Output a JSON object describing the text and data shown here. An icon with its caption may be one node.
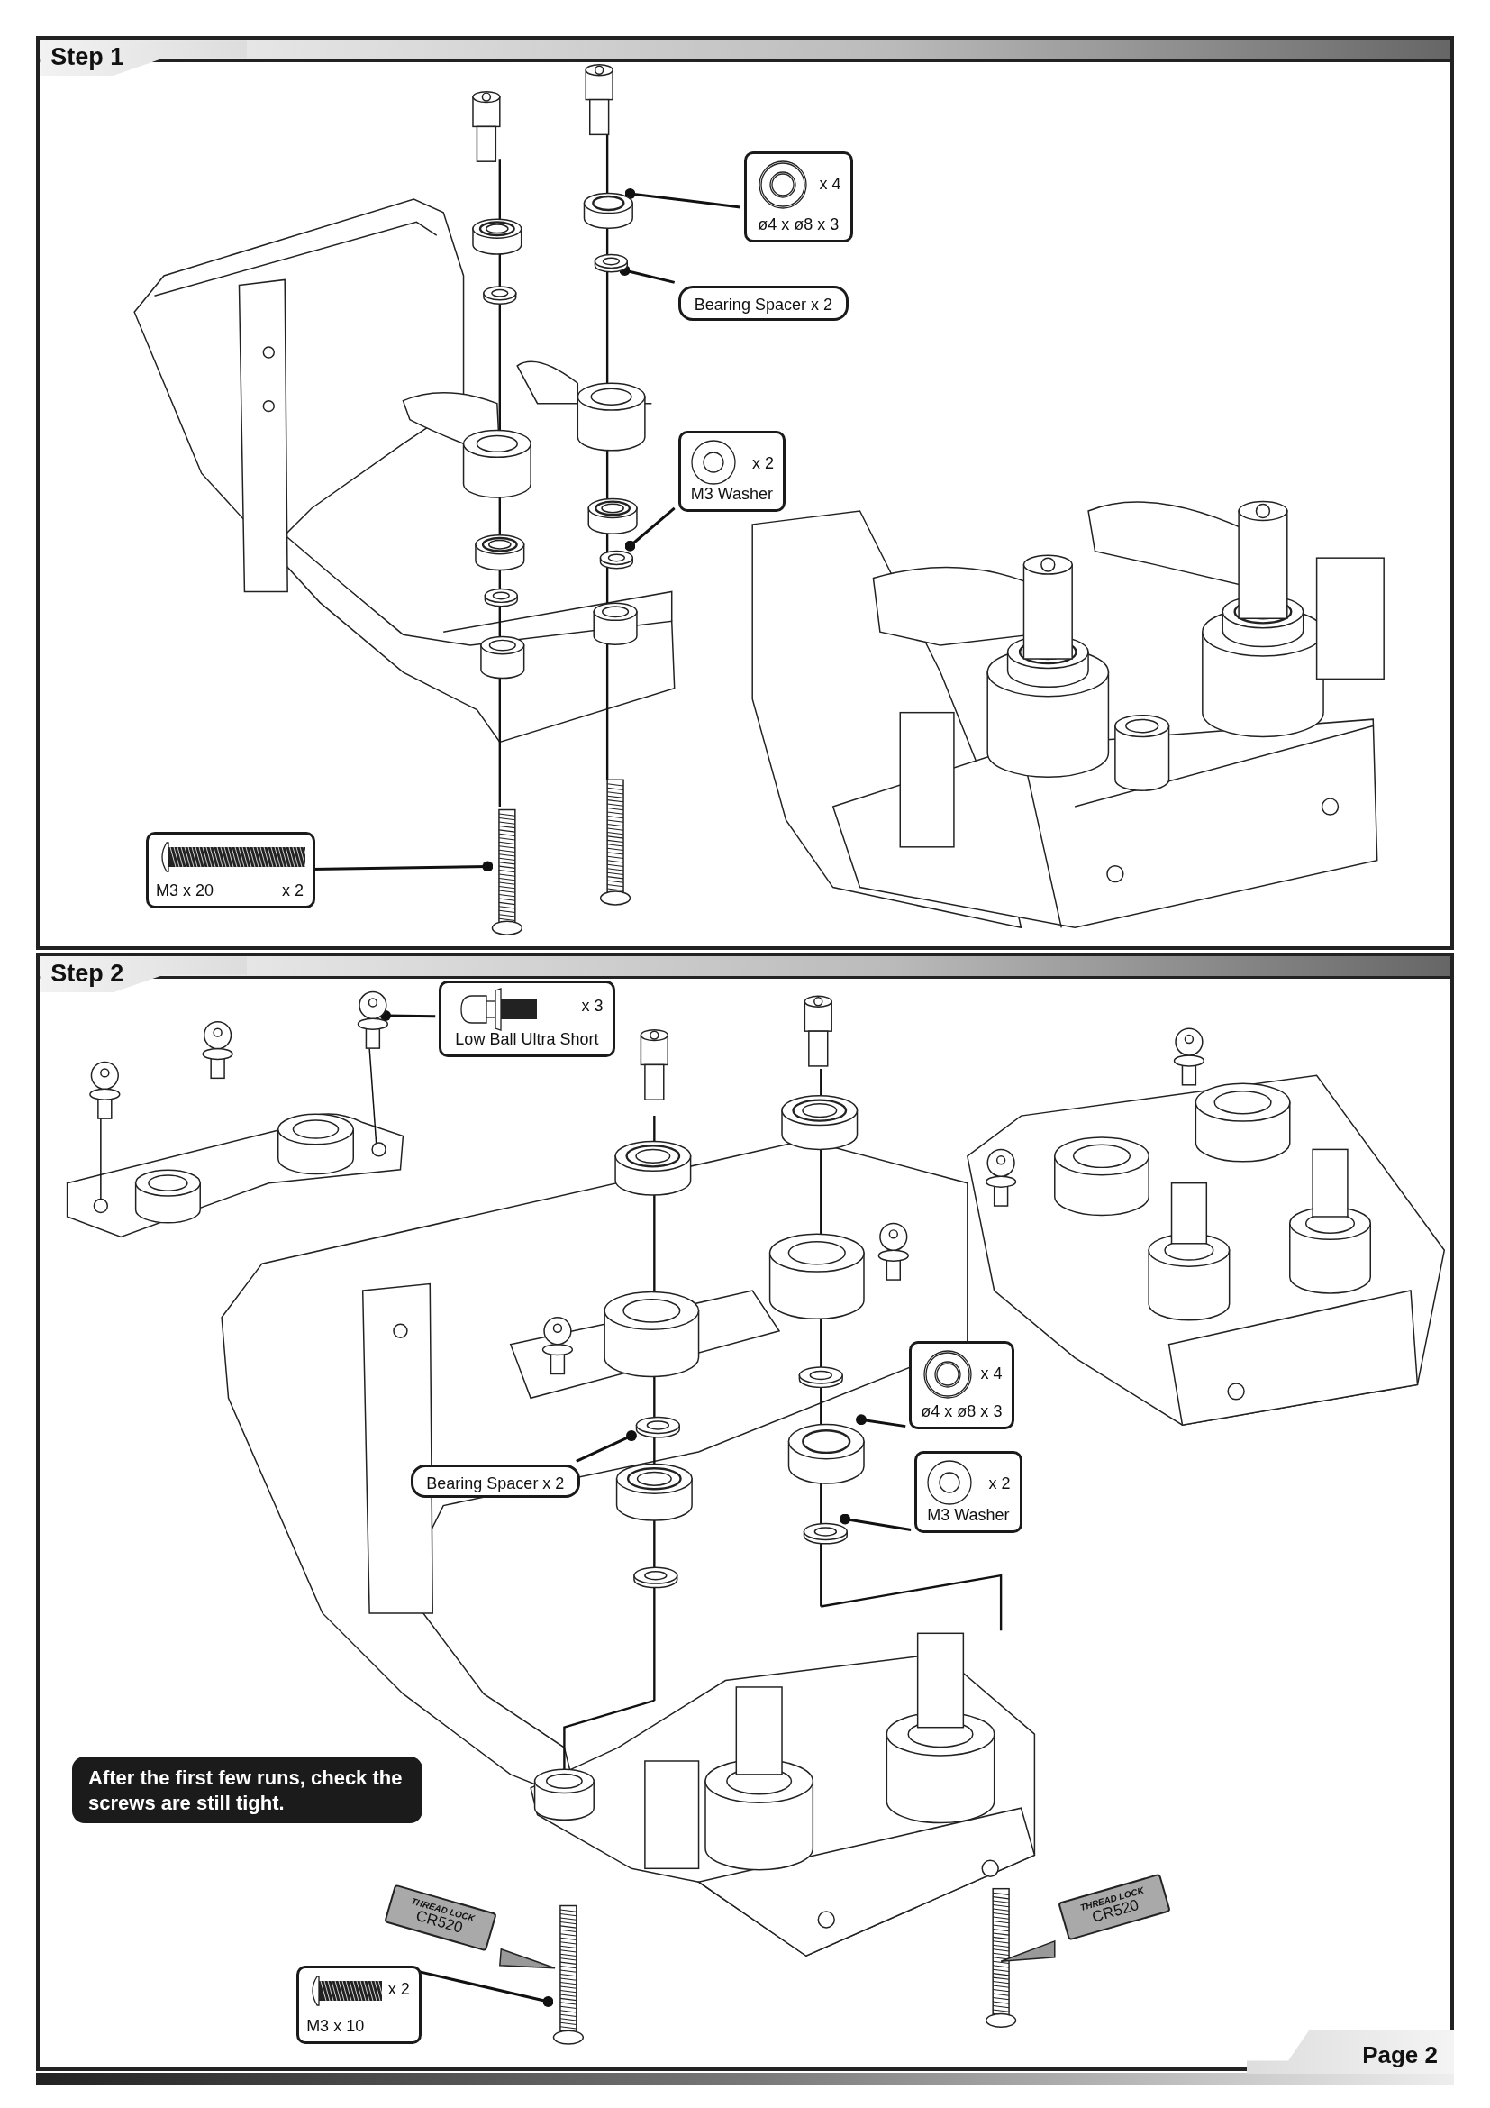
{
  "diagram": {
    "nodes": [
      {
        "text": [
          "Step 1"
        ]
      },
      {
        "text": [
          "x 4",
          "ø4 x ø8 x 3"
        ],
        "in": 0
      },
      {
        "text": [
          "Bearing Spacer x 2"
        ],
        "in": 0
      },
      {
        "text": [
          "x 2",
          "M3 Washer"
        ],
        "in": 0
      },
      {
        "text": [
          "M3 x 20",
          "x 2"
        ],
        "in": 0
      },
      {
        "text": [
          "Step 2"
        ]
      },
      {
        "text": [
          "x 3",
          "Low Ball Ultra Short"
        ],
        "in": 5
      },
      {
        "text": [
          "x 4",
          "ø4 x ø8 x 3"
        ],
        "in": 5
      },
      {
        "text": [
          "Bearing Spacer x 2"
        ],
        "in": 5
      },
      {
        "text": [
          "x 2",
          "M3 Washer"
        ],
        "in": 5
      },
      {
        "text": [
          "After the first few runs, check the screws are still tight."
        ],
        "in": 5
      },
      {
        "text": [
          "x 2",
          "M3 x 10"
        ],
        "in": 5
      },
      {
        "text": [],
        "shape": "cylinder",
        "in": 0
      },
      {
        "text": [],
        "shape": "picture",
        "in": 0
      },
      {
        "text": [],
        "shape": "picture",
        "in": 0
      },
      {
        "text": [],
        "shape": "picture",
        "in": 0
      },
      {
        "text": [],
        "shape": "picture",
        "in": 5
      },
      {
        "text": [],
        "shape": "cylinder",
        "in": 5
      },
      {
        "text": [],
        "shape": "picture",
        "in": 5
      },
      {
        "text": [],
        "shape": "picture",
        "in": 5
      },
      {
        "text": [],
        "shape": "picture",
        "in": 5
      }
    ],
    "edges": [
      {
        "from": 1,
        "to": 12,
        "arrow": "other"
      },
      {
        "from": 2,
        "to": 13,
        "arrow": "other"
      },
      {
        "from": 3,
        "to": 14,
        "arrow": "other"
      },
      {
        "from": 4,
        "to": 15,
        "arrow": "other"
      },
      {
        "from": 6,
        "to": 16,
        "arrow": "other"
      },
      {
        "from": 7,
        "to": 17,
        "arrow": "other"
      },
      {
        "from": 8,
        "to": 18,
        "arrow": "other"
      },
      {
        "from": 9,
        "to": 19,
        "arrow": "other"
      },
      {
        "from": 11,
        "to": 20,
        "arrow": "other"
      }
    ],
    "labels": [
      "THREAD LOCK",
      "CR520",
      "THREAD LOCK",
      "CR520",
      "Page 2"
    ]
  }
}
